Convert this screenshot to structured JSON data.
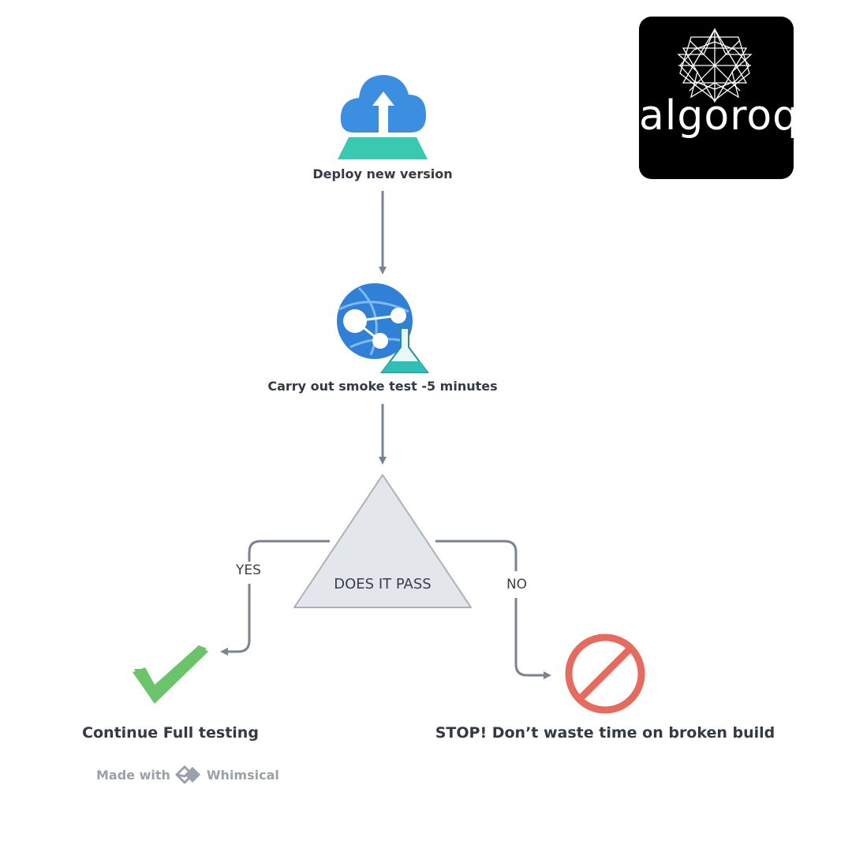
{
  "nodes": {
    "deploy": {
      "label": "Deploy new version",
      "icon": "cloud-upload-icon"
    },
    "smoke": {
      "label": "Carry out smoke test -5 minutes",
      "icon": "web-app-test-icon"
    },
    "decision": {
      "label": "DOES IT PASS"
    },
    "pass": {
      "label": "Continue Full testing",
      "icon": "checkmark-icon"
    },
    "fail": {
      "label": "STOP! Don’t waste time on broken build",
      "icon": "prohibited-icon"
    }
  },
  "edges": {
    "yes_label": "YES",
    "no_label": "NO"
  },
  "brand": {
    "logo_text": "algoroq",
    "logo_icon": "star-polygon-icon"
  },
  "footer": {
    "made_with": "Made with",
    "tool_name": "Whimsical",
    "tool_icon": "whimsical-logo-icon"
  },
  "colors": {
    "connector": "#7a8390",
    "cloud": "#3b8ee0",
    "platform": "#38c9b0",
    "globe": "#2f80d6",
    "flask": "#2fbfb6",
    "check": "#6cc46a",
    "stop": "#e56b5f",
    "decision_fill": "#e3e6ea",
    "decision_stroke": "#aab1ba"
  }
}
